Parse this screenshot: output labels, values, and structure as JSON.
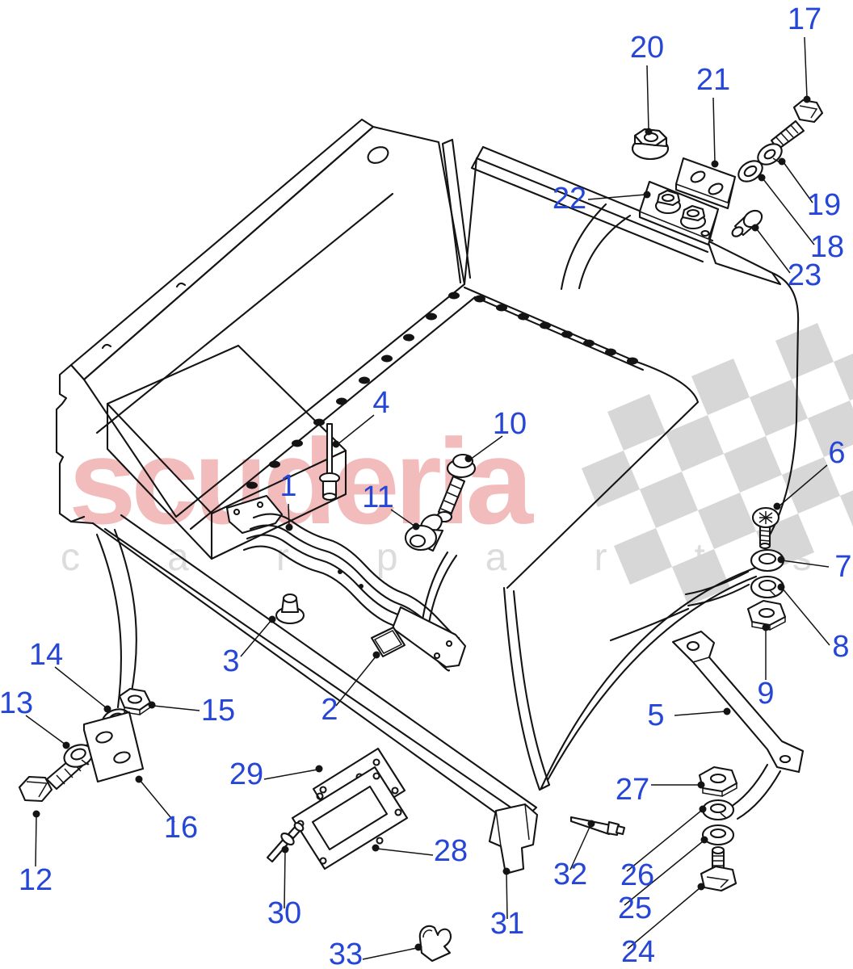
{
  "diagram": {
    "watermark": {
      "brand": "scuderia",
      "sub": "c a r    p a r t s"
    },
    "colors": {
      "label_blue": "#2546d6",
      "line_black": "#141414",
      "watermark_pink": "#f2bcbc",
      "watermark_gray": "#dcdcdc",
      "checker_gray": "#d7d7d7",
      "background": "#ffffff"
    },
    "parts": [
      {
        "num": "1"
      },
      {
        "num": "2"
      },
      {
        "num": "3"
      },
      {
        "num": "4"
      },
      {
        "num": "5"
      },
      {
        "num": "6"
      },
      {
        "num": "7"
      },
      {
        "num": "8"
      },
      {
        "num": "9"
      },
      {
        "num": "10"
      },
      {
        "num": "11"
      },
      {
        "num": "12"
      },
      {
        "num": "13"
      },
      {
        "num": "14"
      },
      {
        "num": "15"
      },
      {
        "num": "16"
      },
      {
        "num": "17"
      },
      {
        "num": "18"
      },
      {
        "num": "19"
      },
      {
        "num": "20"
      },
      {
        "num": "21"
      },
      {
        "num": "22"
      },
      {
        "num": "23"
      },
      {
        "num": "24"
      },
      {
        "num": "25"
      },
      {
        "num": "26"
      },
      {
        "num": "27"
      },
      {
        "num": "28"
      },
      {
        "num": "29"
      },
      {
        "num": "30"
      },
      {
        "num": "31"
      },
      {
        "num": "32"
      },
      {
        "num": "33"
      }
    ]
  }
}
